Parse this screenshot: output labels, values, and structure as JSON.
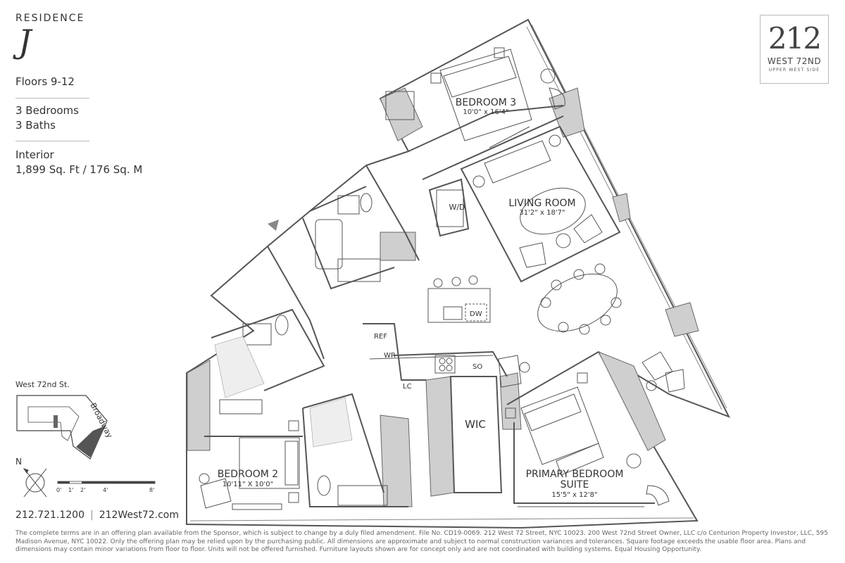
{
  "residence": {
    "label": "RESIDENCE",
    "letter": "J",
    "floors": "Floors 9-12",
    "bedrooms": "3 Bedrooms",
    "baths": "3 Baths",
    "interior_label": "Interior",
    "area": "1,899 Sq. Ft / 176 Sq. M"
  },
  "logo": {
    "number": "212",
    "street": "WEST 72ND",
    "neighborhood": "UPPER WEST SIDE"
  },
  "rooms": {
    "bedroom3": {
      "name": "BEDROOM 3",
      "dims": "10'0\" x 16'4\""
    },
    "living": {
      "name": "LIVING ROOM",
      "dims": "31'2\" x 18'7\""
    },
    "bedroom2": {
      "name": "BEDROOM 2",
      "dims": "10'11\" X 10'0\""
    },
    "primary": {
      "name": "PRIMARY BEDROOM",
      "name2": "SUITE",
      "dims": "15'5\" x 12'8\""
    },
    "wic": "WIC",
    "wd": "W/D",
    "ref": "REF",
    "wr": "WR",
    "lc": "LC",
    "dw": "DW",
    "so": "SO"
  },
  "keymap": {
    "street_label": "West 72nd St.",
    "avenue_label": "Broadway"
  },
  "compass": {
    "north": "N"
  },
  "scale": {
    "ticks": [
      "0'",
      "1'",
      "2'",
      "4'",
      "8'"
    ]
  },
  "contact": {
    "phone": "212.721.1200",
    "divider": "|",
    "website": "212West72.com"
  },
  "disclaimer": "The complete terms are in an offering plan available from the Sponsor, which is subject to change by a duly filed amendment. File No. CD19-0069. 212 West 72 Street, NYC 10023. 200 West 72nd Street Owner, LLC c/o Centurion Property Investor, LLC, 595 Madison Avenue, NYC 10022. Only the offering plan may be relied upon by the purchasing public. All dimensions are approximate and subject to normal construction variances and tolerances. Square footage exceeds the usable floor area. Plans and dimensions may contain minor variations from floor to floor. Units will not be offered furnished. Furniture layouts shown are for concept only and are not coordinated with building systems. Equal Housing Opportunity.",
  "colors": {
    "wall": "#cfcfcf",
    "line": "#555555",
    "text": "#333333"
  }
}
